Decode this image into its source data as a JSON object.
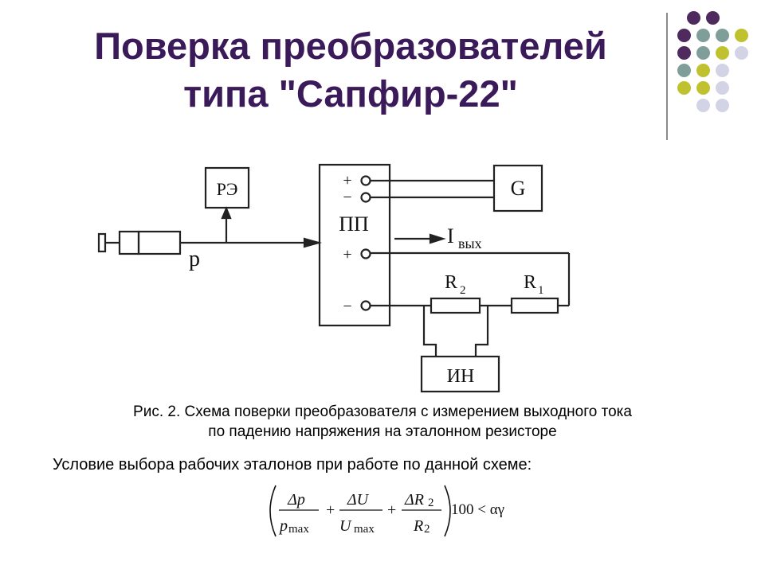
{
  "title": {
    "line1": "Поверка преобразователей",
    "line2": "типа \"Сапфир-22\""
  },
  "diagram": {
    "re": "РЭ",
    "g": "G",
    "pp": "ПП",
    "plus": "+",
    "minus": "−",
    "i_out": "I",
    "i_out_sub": "вых",
    "r2": "R",
    "r2_sub": "2",
    "r1": "R",
    "r1_sub": "1",
    "in": "ИН",
    "p": "p"
  },
  "caption": {
    "line1": "Рис. 2.  Схема поверки преобразователя с измерением выходного тока",
    "line2": "по падению напряжения на эталонном резисторе"
  },
  "condition": "Условие выбора рабочих эталонов при работе по данной схеме:",
  "formula": {
    "delta_p": "Δp",
    "p_max": "p",
    "max": "max",
    "delta_u": "ΔU",
    "u_max": "U",
    "delta_r": "ΔR",
    "r2": "R",
    "two": "2",
    "plus": "+",
    "tail": "100 < αγ"
  },
  "colors": {
    "title": "#3b1a5a",
    "purple": "#4e2a5e",
    "teal": "#7f9e9a",
    "olive": "#bfc22e",
    "lavender": "#d3d3e6"
  }
}
